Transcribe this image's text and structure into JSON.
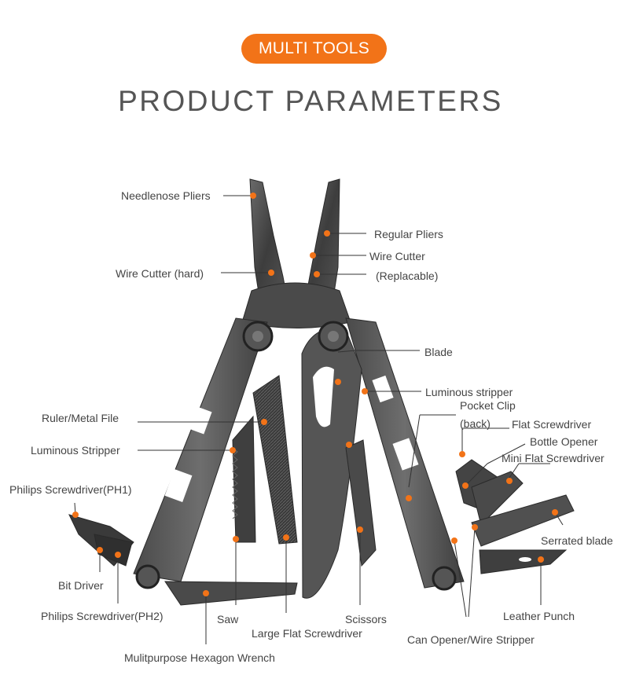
{
  "header": {
    "badge": "MULTI TOOLS",
    "title": "PRODUCT PARAMETERS"
  },
  "labels": {
    "needlenose_pliers": "Needlenose Pliers",
    "regular_pliers": "Regular Pliers",
    "wire_cutter": "Wire Cutter",
    "replacable": "(Replacable)",
    "wire_cutter_hard": "Wire Cutter (hard)",
    "blade": "Blade",
    "luminous_stripper_right": "Luminous stripper",
    "pocket_clip": "Pocket Clip",
    "back": "(back)",
    "flat_screwdriver": "Flat Screwdriver",
    "bottle_opener": "Bottle Opener",
    "mini_flat_screwdriver": "Mini Flat Screwdriver",
    "ruler_metal_file": "Ruler/Metal File",
    "luminous_stripper_left": "Luminous Stripper",
    "philips_ph1": "Philips Screwdriver(PH1)",
    "bit_driver": "Bit Driver",
    "philips_ph2": "Philips Screwdriver(PH2)",
    "saw": "Saw",
    "large_flat_screwdriver": "Large Flat Screwdriver",
    "scissors": "Scissors",
    "serrated_blade": "Serrated blade",
    "leather_punch": "Leather Punch",
    "can_opener": "Can Opener/Wire Stripper",
    "hex_wrench": "Mulitpurpose Hexagon Wrench"
  },
  "colors": {
    "accent": "#f27318",
    "steel_dark": "#3a3a3a",
    "steel_mid": "#5a5a5a",
    "line": "#333333"
  }
}
